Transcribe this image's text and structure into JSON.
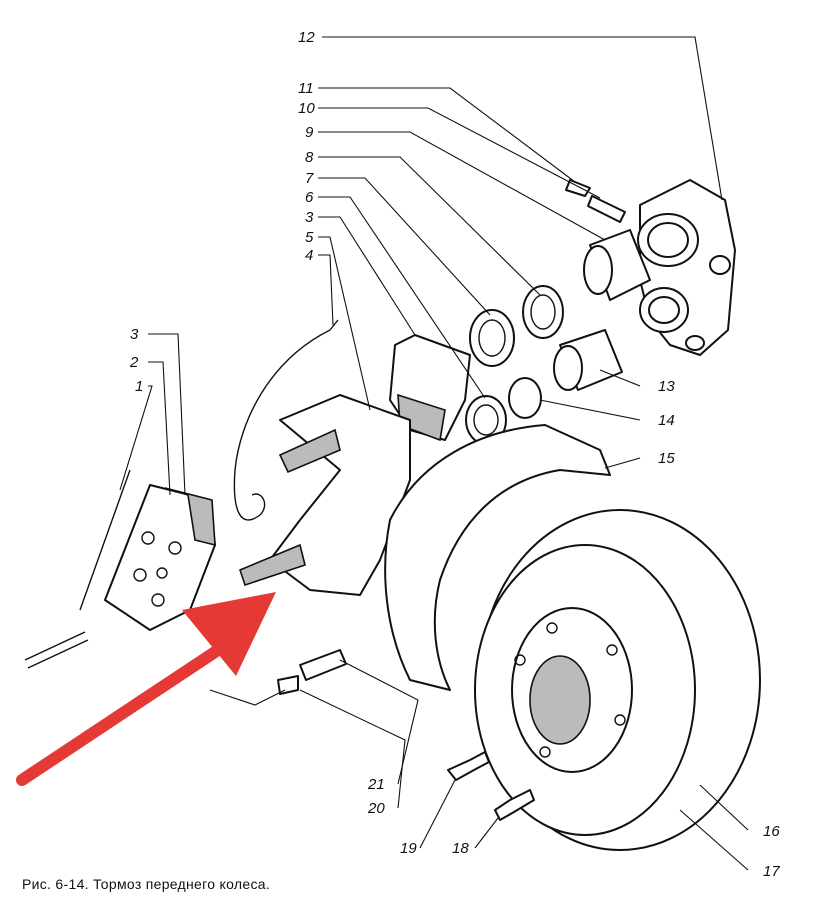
{
  "caption": "Рис. 6-14. Тормоз переднего колеса.",
  "labels": [
    "12",
    "11",
    "10",
    "9",
    "8",
    "7",
    "6",
    "3",
    "5",
    "4",
    "3",
    "2",
    "1",
    "13",
    "14",
    "15",
    "16",
    "17",
    "18",
    "19",
    "20",
    "21"
  ],
  "arrow_color": "#e53935"
}
